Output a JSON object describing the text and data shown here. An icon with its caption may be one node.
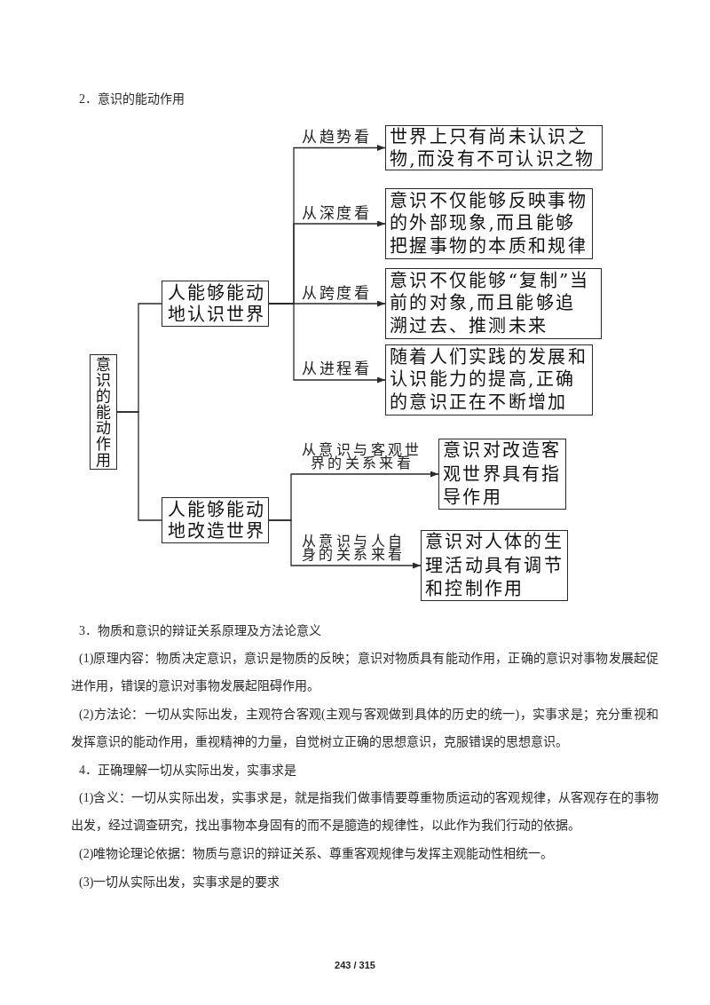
{
  "diagram": {
    "title": "2．意识的能动作用",
    "nodes": [
      {
        "text": [
          "意识的能动作用"
        ]
      },
      {
        "text": [
          "人能够能动地认识世界"
        ]
      },
      {
        "text": [
          "人能够能动地改造世界"
        ]
      },
      {
        "text": [
          "世界上只有尚未认识之物,而没有不可认识之物"
        ]
      },
      {
        "text": [
          "意识不仅能够反映事物的外部现象,而且能够把握事物的本质和规律"
        ]
      },
      {
        "text": [
          "意识不仅能够“复制”当前的对象,而且能够追溯过去、推测未来"
        ]
      },
      {
        "text": [
          "随着人们实践的发展和认识能力的提高,正确的意识正在不断增加"
        ]
      },
      {
        "text": [
          "意识对改造客观世界具有指导作用"
        ]
      },
      {
        "text": [
          "意识对人体的生理活动具有调节和控制作用"
        ]
      }
    ],
    "edges": [
      {
        "from": 0,
        "to": 1,
        "arrow": "none"
      },
      {
        "from": 0,
        "to": 2,
        "arrow": "none"
      },
      {
        "from": 1,
        "to": 3,
        "arrow": "to",
        "label": "从趋势看"
      },
      {
        "from": 1,
        "to": 4,
        "arrow": "to",
        "label": "从深度看"
      },
      {
        "from": 1,
        "to": 5,
        "arrow": "to",
        "label": "从跨度看"
      },
      {
        "from": 1,
        "to": 6,
        "arrow": "to",
        "label": "从进程看"
      },
      {
        "from": 2,
        "to": 7,
        "arrow": "to",
        "label": "从意识与客观世界的关系来看"
      },
      {
        "from": 2,
        "to": 8,
        "arrow": "to",
        "label": "从意识与人自身的关系来看"
      }
    ],
    "labels": [
      "3．物质和意识的辩证关系原理及方法论意义",
      "(1)原理内容：物质决定意识，意识是物质的反映；意识对物质具有能动作用，正确的意识对事物发展起促进作用，错误的意识对事物发展起阻碍作用。",
      "(2)方法论：一切从实际出发，主观符合客观(主观与客观做到具体的历史的统一)，实事求是；充分重视和发挥意识的能动作用，重视精神的力量，自觉树立正确的思想意识，克服错误的思想意识。",
      "4．正确理解一切从实际出发，实事求是",
      "(1)含义：一切从实际出发，实事求是，就是指我们做事情要尊重物质运动的客观规律，从客观存在的事物出发，经过调查研究，找出事物本身固有的而不是臆造的规律性，以此作为我们行动的依据。",
      "(2)唯物论理论依据：物质与意识的辩证关系、尊重客观规律与发挥主观能动性相统一。",
      "(3)一切从实际出发，实事求是的要求",
      "243 / 315"
    ]
  }
}
